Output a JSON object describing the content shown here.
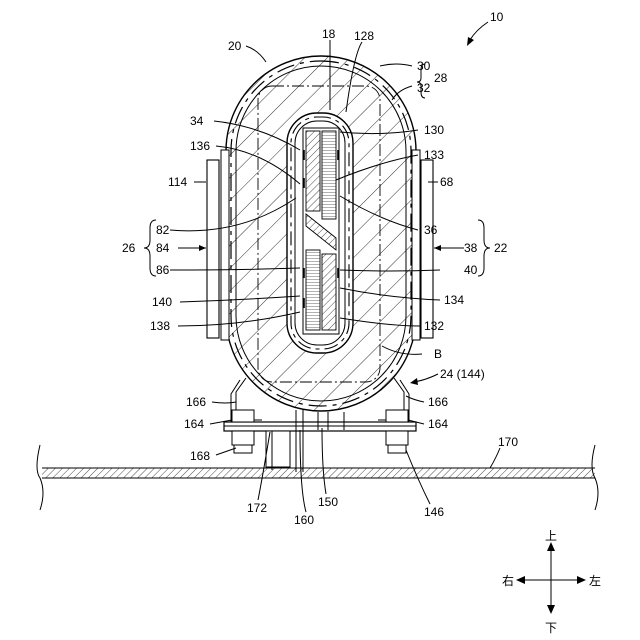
{
  "figure": {
    "ref_main": "10",
    "labels": {
      "l20": "20",
      "l18": "18",
      "l128": "128",
      "l30": "30",
      "l28": "28",
      "l32": "32",
      "l34": "34",
      "l130": "130",
      "l136": "136",
      "l133": "133",
      "l114": "114",
      "l68": "68",
      "l82": "82",
      "l36": "36",
      "l26": "26",
      "l84": "84",
      "l38": "38",
      "l22": "22",
      "l86": "86",
      "l40": "40",
      "l140": "140",
      "l134": "134",
      "l138": "138",
      "l132": "132",
      "lB": "B",
      "l24": "24 (144)",
      "l166a": "166",
      "l166b": "166",
      "l164a": "164",
      "l164b": "164",
      "l170": "170",
      "l168": "168",
      "l172": "172",
      "l150": "150",
      "l160": "160",
      "l146": "146"
    },
    "directions": {
      "up": "上",
      "down": "下",
      "left_side": "右",
      "right_side": "左"
    }
  }
}
